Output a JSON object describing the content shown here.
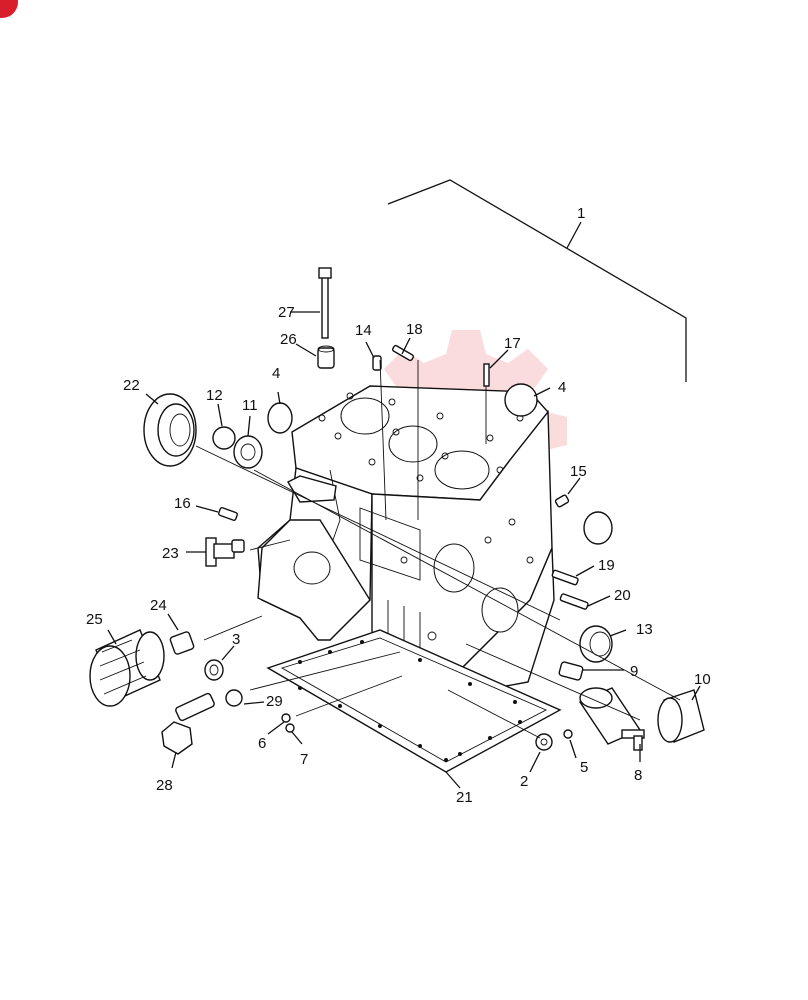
{
  "badge": {
    "color": "#d81e2a"
  },
  "watermark": {
    "color": "#f3a5a8"
  },
  "callouts": [
    {
      "id": "1",
      "text": "1"
    },
    {
      "id": "2",
      "text": "2"
    },
    {
      "id": "3",
      "text": "3"
    },
    {
      "id": "4a",
      "text": "4"
    },
    {
      "id": "4b",
      "text": "4"
    },
    {
      "id": "5",
      "text": "5"
    },
    {
      "id": "6",
      "text": "6"
    },
    {
      "id": "7",
      "text": "7"
    },
    {
      "id": "8",
      "text": "8"
    },
    {
      "id": "9",
      "text": "9"
    },
    {
      "id": "10",
      "text": "10"
    },
    {
      "id": "11",
      "text": "11"
    },
    {
      "id": "12",
      "text": "12"
    },
    {
      "id": "13",
      "text": "13"
    },
    {
      "id": "14",
      "text": "14"
    },
    {
      "id": "15",
      "text": "15"
    },
    {
      "id": "16",
      "text": "16"
    },
    {
      "id": "17",
      "text": "17"
    },
    {
      "id": "18",
      "text": "18"
    },
    {
      "id": "19",
      "text": "19"
    },
    {
      "id": "20",
      "text": "20"
    },
    {
      "id": "21",
      "text": "21"
    },
    {
      "id": "22",
      "text": "22"
    },
    {
      "id": "23",
      "text": "23"
    },
    {
      "id": "24",
      "text": "24"
    },
    {
      "id": "25",
      "text": "25"
    },
    {
      "id": "26",
      "text": "26"
    },
    {
      "id": "27",
      "text": "27"
    },
    {
      "id": "28",
      "text": "28"
    },
    {
      "id": "29",
      "text": "29"
    }
  ]
}
